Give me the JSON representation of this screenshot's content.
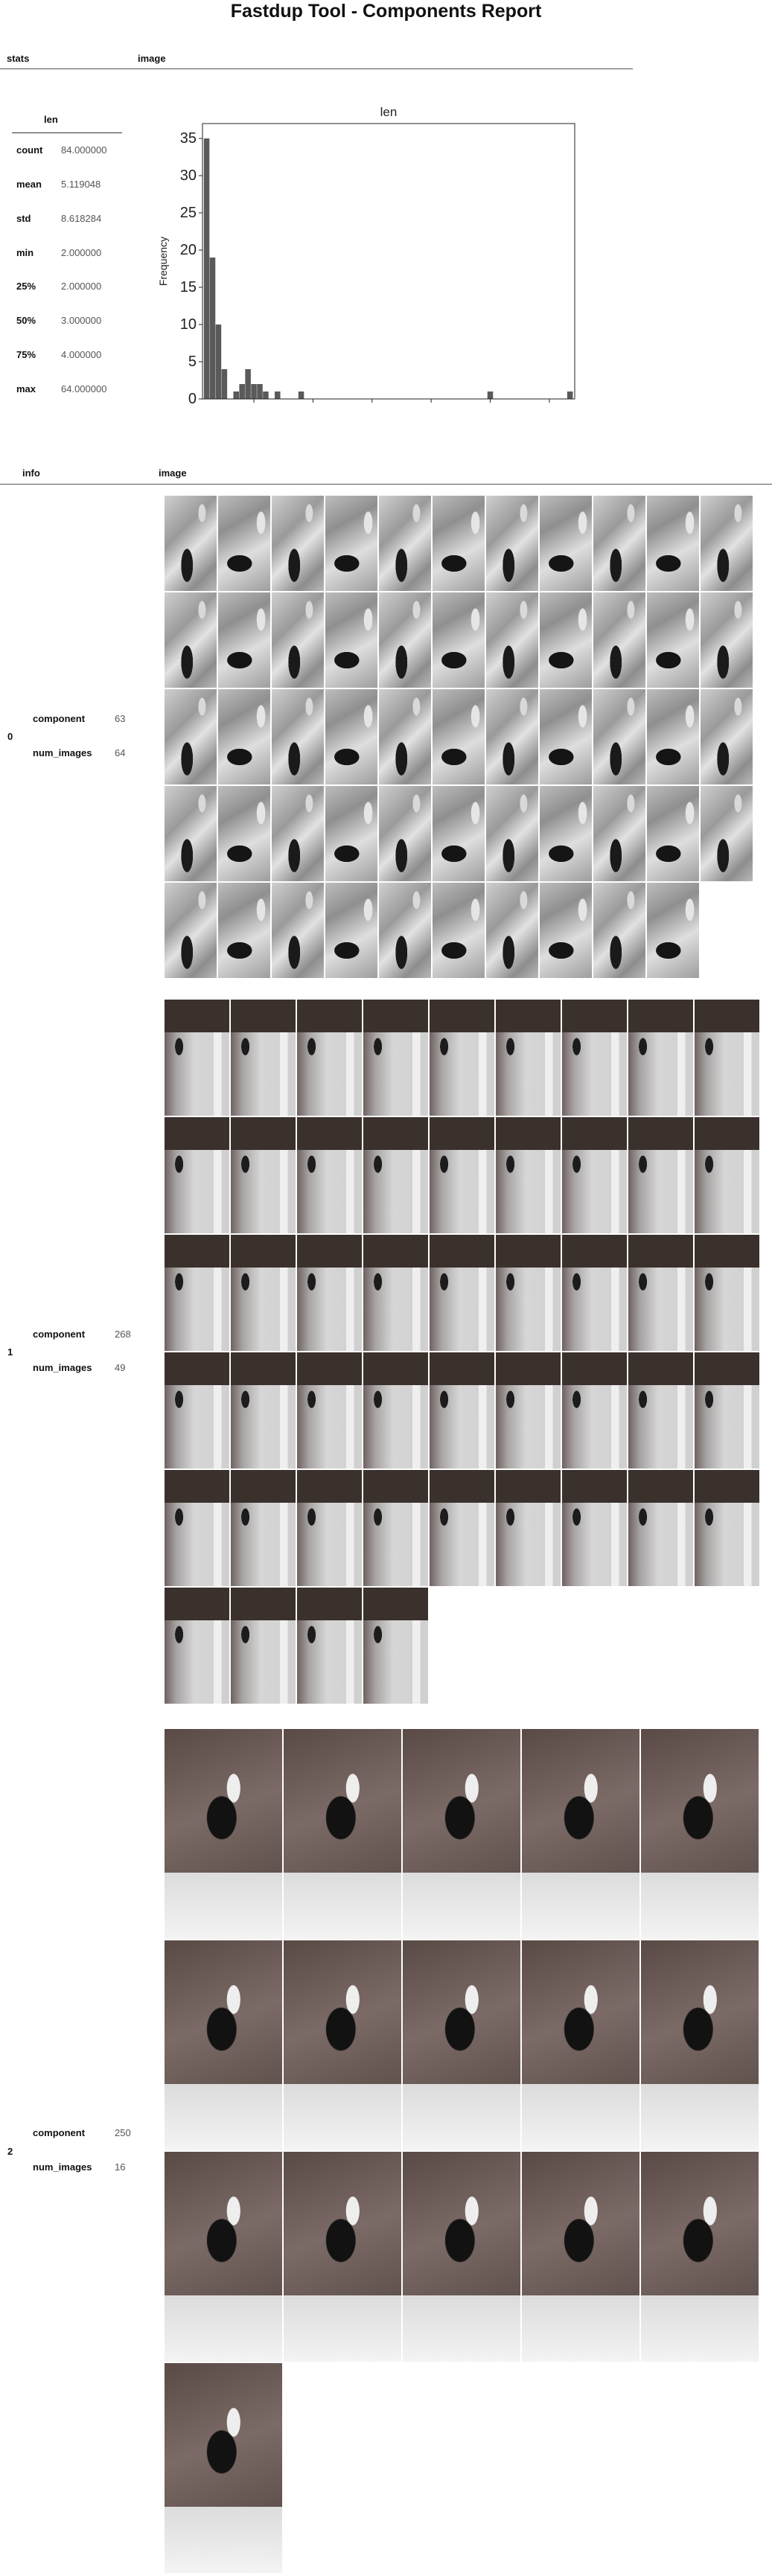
{
  "title": "Fastdup Tool - Components Report",
  "top_headers": {
    "stats": "stats",
    "image": "image"
  },
  "stats": {
    "column": "len",
    "rows": [
      {
        "key": "count",
        "value": "84.000000"
      },
      {
        "key": "mean",
        "value": "5.119048"
      },
      {
        "key": "std",
        "value": "8.618284"
      },
      {
        "key": "min",
        "value": "2.000000"
      },
      {
        "key": "25%",
        "value": "2.000000"
      },
      {
        "key": "50%",
        "value": "3.000000"
      },
      {
        "key": "75%",
        "value": "4.000000"
      },
      {
        "key": "max",
        "value": "64.000000"
      }
    ]
  },
  "chart_data": {
    "type": "bar",
    "title": "len",
    "xlabel": "",
    "ylabel": "Frequency",
    "xlim": [
      0,
      65
    ],
    "ylim": [
      0,
      37
    ],
    "xticks": [
      "10",
      "20",
      "30",
      "40",
      "50",
      "60"
    ],
    "yticks": [
      "0",
      "5",
      "10",
      "15",
      "20",
      "25",
      "30",
      "35"
    ],
    "bins": [
      {
        "x": 2.0,
        "value": 35
      },
      {
        "x": 3.0,
        "value": 19
      },
      {
        "x": 4.0,
        "value": 10
      },
      {
        "x": 5.0,
        "value": 4
      },
      {
        "x": 7.0,
        "value": 1
      },
      {
        "x": 8.0,
        "value": 2
      },
      {
        "x": 9.0,
        "value": 4
      },
      {
        "x": 10.0,
        "value": 2
      },
      {
        "x": 11.0,
        "value": 2
      },
      {
        "x": 12.0,
        "value": 1
      },
      {
        "x": 14.0,
        "value": 1
      },
      {
        "x": 18.0,
        "value": 1
      },
      {
        "x": 50.0,
        "value": 1
      },
      {
        "x": 63.5,
        "value": 1
      }
    ]
  },
  "components_headers": {
    "info": "info",
    "image": "image"
  },
  "components": [
    {
      "index": "0",
      "component_label": "component",
      "component": "63",
      "num_images_label": "num_images",
      "num_images": "64",
      "thumbs": 54,
      "cols": 11
    },
    {
      "index": "1",
      "component_label": "component",
      "component": "268",
      "num_images_label": "num_images",
      "num_images": "49",
      "thumbs": 49,
      "cols": 9
    },
    {
      "index": "2",
      "component_label": "component",
      "component": "250",
      "num_images_label": "num_images",
      "num_images": "16",
      "thumbs": 16,
      "cols": 5
    }
  ]
}
